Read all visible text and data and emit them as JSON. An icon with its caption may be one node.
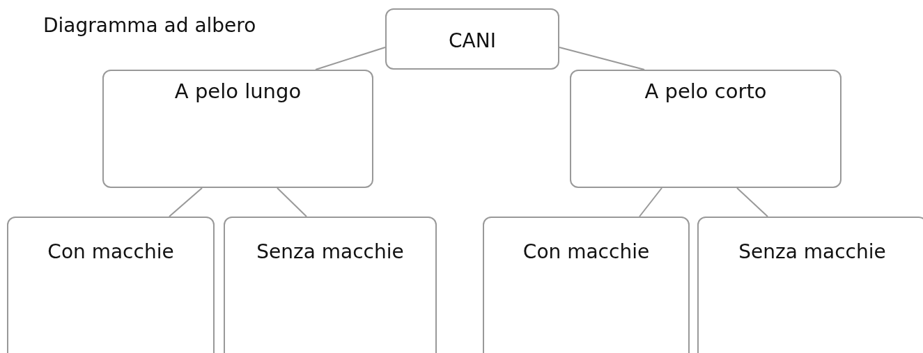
{
  "diagram": {
    "title": "Diagramma ad albero",
    "nodes": [
      {
        "text": [
          "CANI"
        ]
      },
      {
        "text": [
          "A pelo lungo"
        ]
      },
      {
        "text": [
          "A pelo corto"
        ]
      },
      {
        "text": [
          "Con macchie"
        ]
      },
      {
        "text": [
          "Senza macchie"
        ]
      },
      {
        "text": [
          "Con macchie"
        ]
      },
      {
        "text": [
          "Senza macchie"
        ]
      }
    ],
    "edges": [
      {
        "from": 0,
        "to": 1,
        "arrow": "none"
      },
      {
        "from": 0,
        "to": 2,
        "arrow": "none"
      },
      {
        "from": 1,
        "to": 3,
        "arrow": "none"
      },
      {
        "from": 1,
        "to": 4,
        "arrow": "none"
      },
      {
        "from": 2,
        "to": 5,
        "arrow": "none"
      },
      {
        "from": 2,
        "to": 6,
        "arrow": "none"
      }
    ]
  }
}
